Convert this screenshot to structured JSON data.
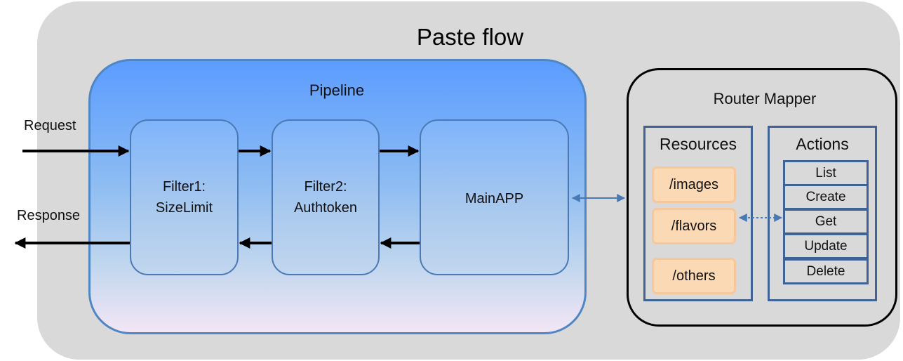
{
  "diagram": {
    "title": "Paste flow",
    "pipeline": {
      "title": "Pipeline",
      "nodes": [
        {
          "line1": "Filter1:",
          "line2": "SizeLimit"
        },
        {
          "line1": "Filter2:",
          "line2": "Authtoken"
        },
        {
          "line1": "MainAPP",
          "line2": ""
        }
      ]
    },
    "router": {
      "title": "Router Mapper",
      "resources_title": "Resources",
      "resources": [
        "/images",
        "/flavors",
        "/others"
      ],
      "actions_title": "Actions",
      "actions": [
        "List",
        "Create",
        "Get",
        "Update",
        "Delete"
      ]
    },
    "edges": {
      "request_label": "Request",
      "response_label": "Response"
    },
    "colors": {
      "outer_background": "#d9d9d9",
      "pipeline_border": "#4f86c6",
      "resource_fill": "#fbd9b5",
      "connector": "#4a7ab5"
    }
  }
}
